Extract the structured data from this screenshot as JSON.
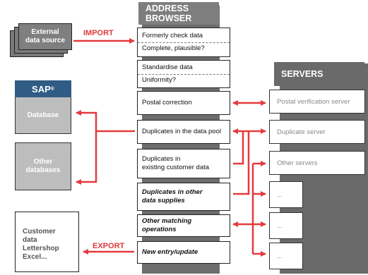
{
  "external": {
    "label_line1": "External",
    "label_line2": "data source"
  },
  "import_label": "IMPORT",
  "export_label": "EXPORT",
  "browser": {
    "title": "ADDRESS BROWSER",
    "steps": [
      {
        "line1": "Formerly check data",
        "line2": "Complete, plausible?"
      },
      {
        "line1": "Standardise data",
        "line2": "Uniformity?"
      },
      {
        "line1": "Postal correction"
      },
      {
        "line1": "Duplicates in the data pool"
      },
      {
        "line1": "Duplicates in",
        "line2": "existing customer data"
      },
      {
        "line1": "Duplicates in other",
        "line2": "data supplies"
      },
      {
        "line1": "Other matching operations"
      },
      {
        "line1": "New entry/update"
      }
    ]
  },
  "sap": {
    "title": "SAP",
    "reg": "®",
    "database": "Database"
  },
  "other_db": {
    "line1": "Other",
    "line2": "databases"
  },
  "customer": {
    "line1": "Customer data",
    "line2": "Lettershop",
    "line3": "Excel..."
  },
  "servers": {
    "title": "SERVERS",
    "items": [
      "Postal verification server",
      "Duplicate server",
      "Other servers",
      "...",
      "...",
      "..."
    ]
  },
  "colors": {
    "arrow": "#e53a3e",
    "sap": "#2f5b84",
    "column": "#6d6d6d"
  }
}
